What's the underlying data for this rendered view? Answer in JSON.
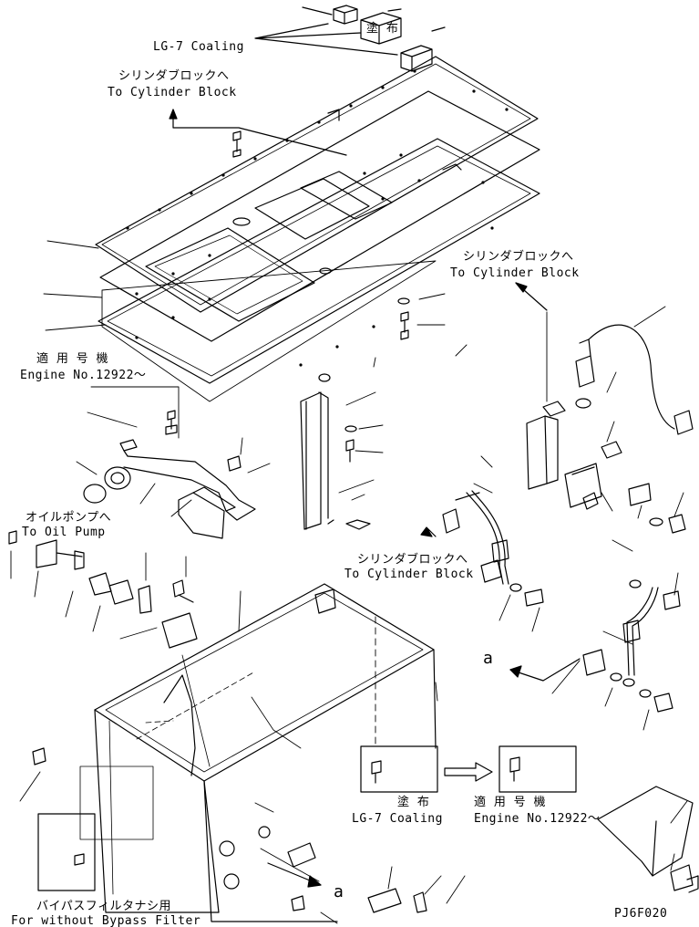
{
  "labels": {
    "coating_top_jp": "塗 布",
    "coating_top_en": "LG-7 Coaling",
    "cyl_block_1_jp": "シリンダブロックへ",
    "cyl_block_1_en": "To Cylinder Block",
    "cyl_block_2_jp": "シリンダブロックへ",
    "cyl_block_2_en": "To Cylinder Block",
    "applicable_1_jp": "適 用 号 機",
    "applicable_1_en": "Engine No.12922～",
    "oil_pump_jp": "オイルポンプへ",
    "oil_pump_en": "To Oil Pump",
    "cyl_block_3_jp": "シリンダブロックへ",
    "cyl_block_3_en": "To Cylinder Block",
    "view_a_1": "a",
    "view_a_2": "a",
    "coating_bottom_jp": "塗 布",
    "coating_bottom_en": "LG-7 Coaling",
    "applicable_2_jp": "適 用 号 機",
    "applicable_2_en": "Engine No.12922～",
    "bypass_jp": "バイパスフィルタナシ用",
    "bypass_en": "For without Bypass Filter",
    "drawing_code": "PJ6F020"
  },
  "colors": {
    "line": "#000000",
    "background": "#ffffff"
  }
}
